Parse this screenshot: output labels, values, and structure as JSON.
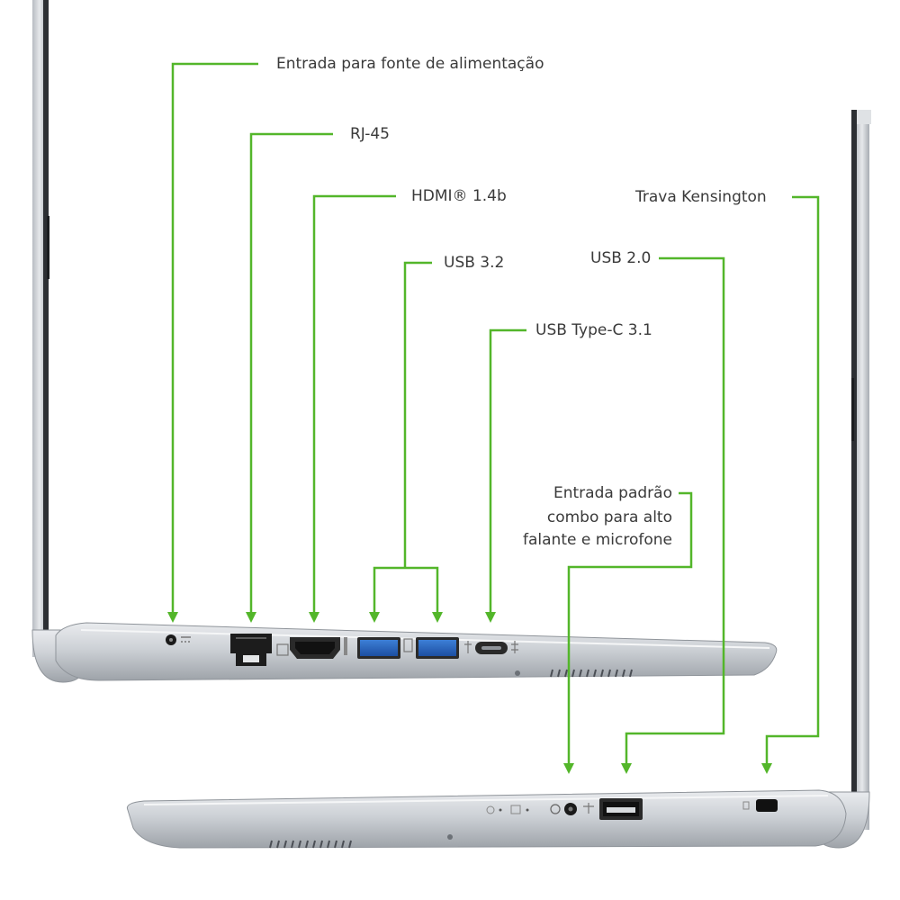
{
  "accent_color": "#53b62a",
  "labels": {
    "power": "Entrada para fonte de alimentação",
    "rj45": "RJ-45",
    "hdmi": "HDMI® 1.4b",
    "usb32": "USB 3.2",
    "usbc": "USB Type-C 3.1",
    "kensington": "Trava Kensington",
    "usb20": "USB 2.0",
    "audio_line1": "Entrada padrão",
    "audio_line2": "combo para alto",
    "audio_line3": "falante e microfone"
  },
  "icons": [
    "power-port-icon",
    "ethernet-port-icon",
    "hdmi-port-icon",
    "usb-a-port-icon",
    "usb-c-port-icon",
    "audio-jack-icon",
    "kensington-lock-icon"
  ]
}
